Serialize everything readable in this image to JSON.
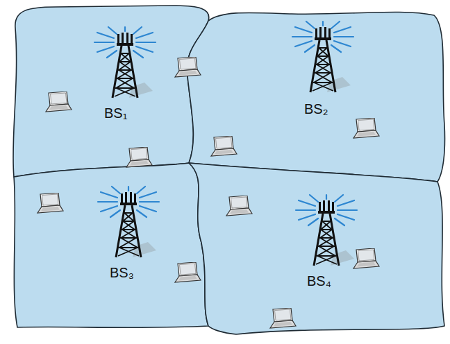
{
  "diagram": {
    "nodes": [
      {
        "text": [
          "BS₁"
        ]
      },
      {
        "text": [
          "BS₂"
        ]
      },
      {
        "text": [
          "BS₃"
        ]
      },
      {
        "text": [
          "BS₄"
        ]
      }
    ]
  }
}
